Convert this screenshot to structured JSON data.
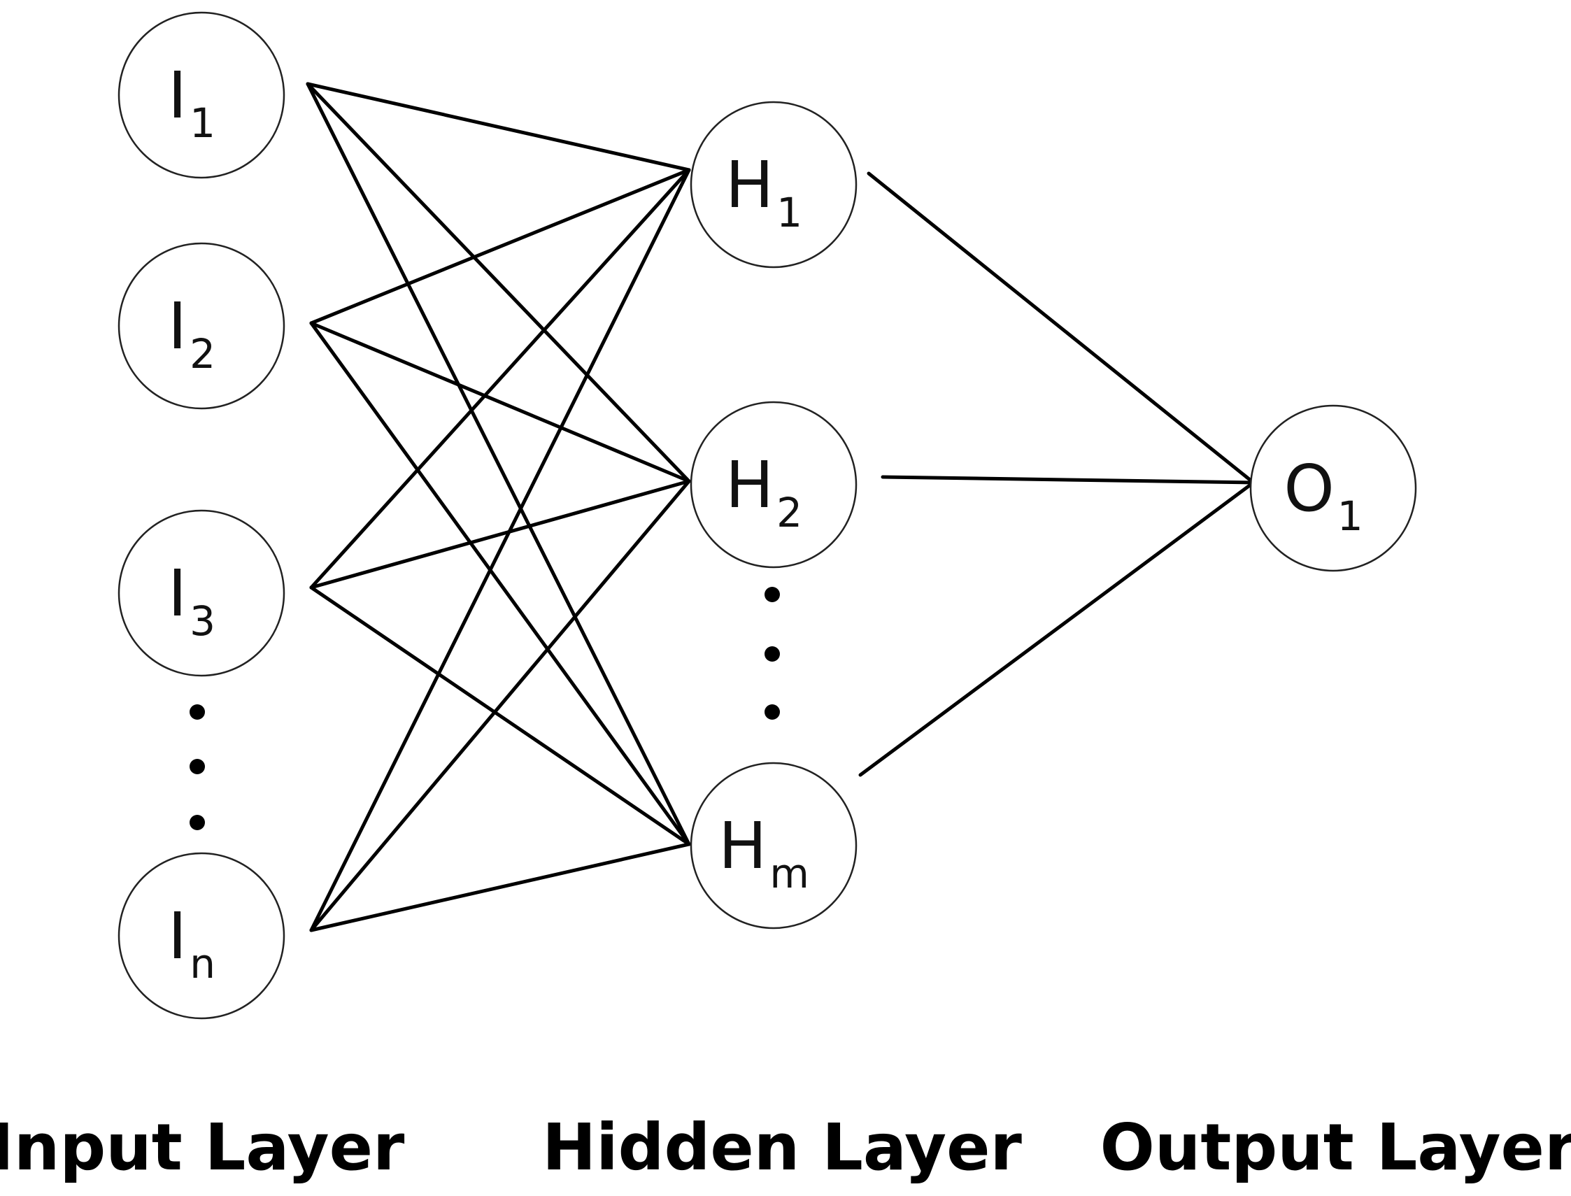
{
  "diagram": {
    "input_nodes": [
      {
        "id": "I1",
        "letter": "I",
        "subscript": "1"
      },
      {
        "id": "I2",
        "letter": "I",
        "subscript": "2"
      },
      {
        "id": "I3",
        "letter": "I",
        "subscript": "3"
      },
      {
        "id": "In",
        "letter": "I",
        "subscript": "n"
      }
    ],
    "hidden_nodes": [
      {
        "id": "H1",
        "letter": "H",
        "subscript": "1"
      },
      {
        "id": "H2",
        "letter": "H",
        "subscript": "2"
      },
      {
        "id": "Hm",
        "letter": "H",
        "subscript": "m"
      }
    ],
    "output_nodes": [
      {
        "id": "O1",
        "letter": "O",
        "subscript": "1"
      }
    ],
    "edges": [
      [
        "I1",
        "H1"
      ],
      [
        "I1",
        "H2"
      ],
      [
        "I1",
        "Hm"
      ],
      [
        "I2",
        "H1"
      ],
      [
        "I2",
        "H2"
      ],
      [
        "I2",
        "Hm"
      ],
      [
        "I3",
        "H1"
      ],
      [
        "I3",
        "H2"
      ],
      [
        "I3",
        "Hm"
      ],
      [
        "In",
        "H1"
      ],
      [
        "In",
        "H2"
      ],
      [
        "In",
        "Hm"
      ],
      [
        "H1",
        "O1"
      ],
      [
        "H2",
        "O1"
      ],
      [
        "Hm",
        "O1"
      ]
    ],
    "layer_labels": {
      "input": "Input Layer",
      "hidden": "Hidden Layer",
      "output": "Output Layer"
    }
  }
}
